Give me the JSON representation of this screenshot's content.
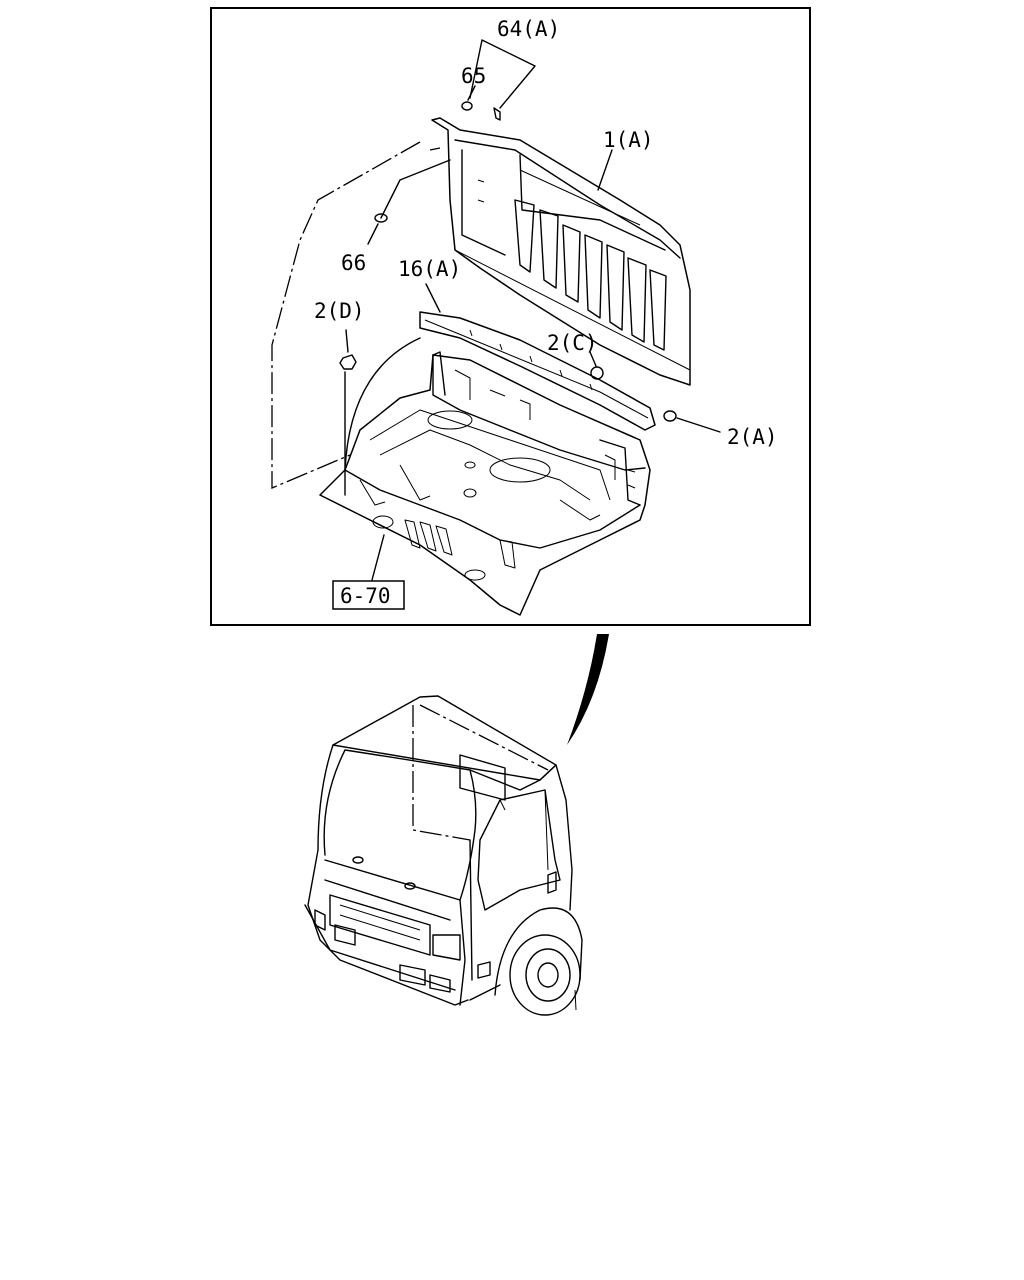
{
  "labels": {
    "part_64": "64(A)",
    "part_65": "65",
    "part_1": "1(A)",
    "part_66": "66",
    "part_16": "16(A)",
    "part_2d": "2(D)",
    "part_2c": "2(C)",
    "part_2a": "2(A)",
    "ref_box": "6-70"
  }
}
